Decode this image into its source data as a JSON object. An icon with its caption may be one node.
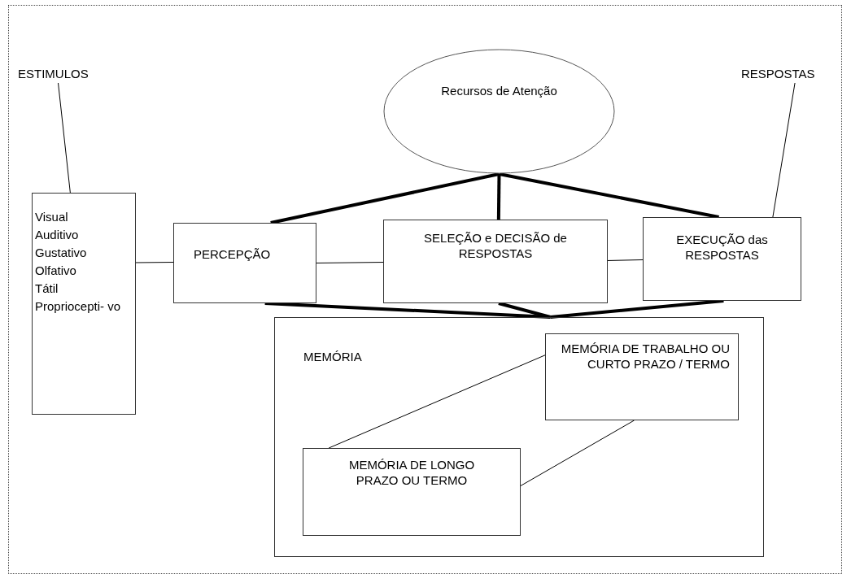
{
  "diagram": {
    "nodes": [
      {
        "text": [
          "ESTIMULOS"
        ]
      },
      {
        "text": [
          "RESPOSTAS"
        ]
      },
      {
        "text": [
          "Recursos de Atenção"
        ]
      },
      {
        "text": [
          "Visual",
          "Auditivo",
          "Gustativo",
          "Olfativo",
          "Tátil",
          "Propriocepti- vo"
        ]
      },
      {
        "text": [
          "PERCEPÇÃO"
        ]
      },
      {
        "text": [
          "SELEÇÃO e DECISÃO de RESPOSTAS"
        ]
      },
      {
        "text": [
          "EXECUÇÃO das RESPOSTAS"
        ]
      },
      {
        "text": [
          "MEMÓRIA"
        ]
      },
      {
        "text": [
          "MEMÓRIA DE TRABALHO OU CURTO PRAZO / TERMO"
        ],
        "in": 7
      },
      {
        "text": [
          "MEMÓRIA DE LONGO PRAZO OU TERMO"
        ],
        "in": 7
      }
    ],
    "edges": [
      {
        "from": 0,
        "to": 3,
        "arrow": "none"
      },
      {
        "from": 1,
        "to": 6,
        "arrow": "none"
      },
      {
        "from": 2,
        "to": 4,
        "arrow": "none",
        "style": "thick"
      },
      {
        "from": 2,
        "to": 5,
        "arrow": "none",
        "style": "thick"
      },
      {
        "from": 2,
        "to": 6,
        "arrow": "none",
        "style": "thick"
      },
      {
        "from": 3,
        "to": 4,
        "arrow": "none"
      },
      {
        "from": 4,
        "to": 5,
        "arrow": "none"
      },
      {
        "from": 5,
        "to": 6,
        "arrow": "none"
      },
      {
        "from": 4,
        "to": 7,
        "arrow": "none",
        "style": "thick"
      },
      {
        "from": 5,
        "to": 7,
        "arrow": "none",
        "style": "thick"
      },
      {
        "from": 6,
        "to": 7,
        "arrow": "none",
        "style": "thick"
      },
      {
        "from": 8,
        "to": 9,
        "arrow": "none"
      },
      {
        "from": 8,
        "to": 9,
        "arrow": "none"
      }
    ]
  }
}
